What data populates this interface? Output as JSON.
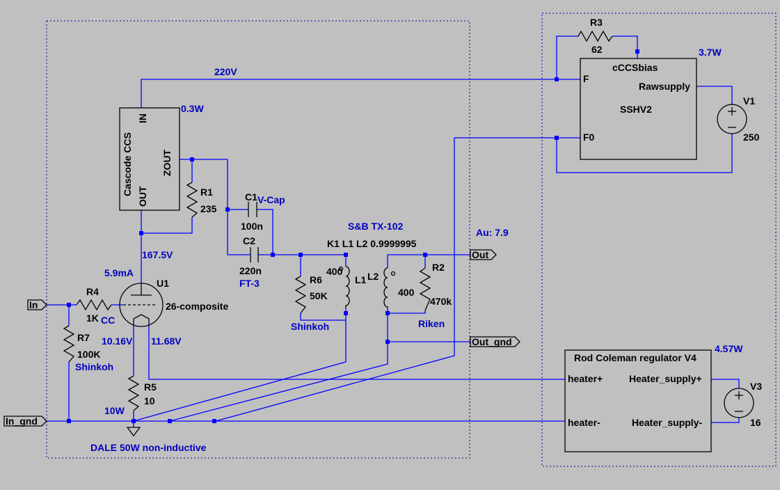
{
  "components": {
    "r3": {
      "ref": "R3",
      "value": "62"
    },
    "r1": {
      "ref": "R1",
      "value": "235"
    },
    "c1": {
      "ref": "C1",
      "value": "100n",
      "note": "V-Cap"
    },
    "c2": {
      "ref": "C2",
      "value": "220n",
      "note": "FT-3"
    },
    "r6": {
      "ref": "R6",
      "value": "50K"
    },
    "l1": {
      "ref": "L1",
      "value": "400",
      "note": "Shinkoh"
    },
    "l2": {
      "ref": "L2",
      "value": "400"
    },
    "r2": {
      "ref": "R2",
      "value": "470k",
      "note": "Riken"
    },
    "r4": {
      "ref": "R4",
      "value": "1K",
      "note": "CC"
    },
    "r7": {
      "ref": "R7",
      "value": "100K",
      "note": "Shinkoh"
    },
    "r5": {
      "ref": "R5",
      "value": "10",
      "power": "10W",
      "note": "DALE 50W non-inductive"
    },
    "u1": {
      "ref": "U1",
      "value": "26-composite"
    },
    "v1": {
      "ref": "V1",
      "value": "250"
    },
    "v3": {
      "ref": "V3",
      "value": "16"
    }
  },
  "blocks": {
    "cascode": {
      "title": "Cascode CCS",
      "pin_in": "IN",
      "pin_zout": "ZOUT",
      "pin_out": "OUT",
      "power": "0.3W"
    },
    "sshv2": {
      "title": "cCCSbias",
      "name": "SSHV2",
      "pin_f": "F",
      "pin_f0": "F0",
      "pin_raw": "Rawsupply",
      "power": "3.7W"
    },
    "regulator": {
      "title": "Rod Coleman regulator V4",
      "pin_hp": "heater+",
      "pin_hm": "heater-",
      "pin_sp": "Heater_supply+",
      "pin_sm": "Heater_supply-",
      "power": "4.57W"
    }
  },
  "transformer": {
    "name": "S&B TX-102",
    "coupling": "K1 L1 L2 0.9999995"
  },
  "annotations": {
    "v220": "220V",
    "v167": "167.5V",
    "i59": "5.9mA",
    "vg": "10.16V",
    "vk": "11.68V",
    "gain": "Au: 7.9"
  },
  "ports": {
    "in": "In",
    "in_gnd": "In_gnd",
    "out": "Out",
    "out_gnd": "Out_gnd"
  },
  "colors": {
    "background": "#c0c0c0",
    "wire": "#0000ff",
    "component": "#000000",
    "label": "#0000c0"
  }
}
